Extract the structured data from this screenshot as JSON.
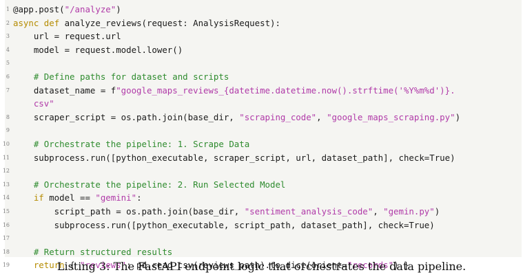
{
  "lines": [
    {
      "n": "1",
      "tokens": [
        [
          "plain",
          "@app.post("
        ],
        [
          "str",
          "\"/analyze\""
        ],
        [
          "plain",
          ")"
        ]
      ]
    },
    {
      "n": "2",
      "tokens": [
        [
          "kw",
          "async"
        ],
        [
          "plain",
          " "
        ],
        [
          "kw",
          "def"
        ],
        [
          "plain",
          " analyze_reviews(request: AnalysisRequest):"
        ]
      ]
    },
    {
      "n": "3",
      "tokens": [
        [
          "plain",
          "    url = request.url"
        ]
      ]
    },
    {
      "n": "4",
      "tokens": [
        [
          "plain",
          "    model = request.model.lower()"
        ]
      ]
    },
    {
      "n": "5",
      "tokens": []
    },
    {
      "n": "6",
      "tokens": [
        [
          "plain",
          "    "
        ],
        [
          "cm",
          "# Define paths for dataset and scripts"
        ]
      ]
    },
    {
      "n": "7",
      "tokens": [
        [
          "plain",
          "    dataset_name = f"
        ],
        [
          "str",
          "\"google_maps_reviews_{datetime.datetime.now().strftime('%Y%m%d')}."
        ]
      ]
    },
    {
      "n": "",
      "tokens": [
        [
          "str",
          "    csv\""
        ]
      ]
    },
    {
      "n": "8",
      "tokens": [
        [
          "plain",
          "    scraper_script = os.path.join(base_dir, "
        ],
        [
          "str",
          "\"scraping_code\""
        ],
        [
          "plain",
          ", "
        ],
        [
          "str",
          "\"google_maps_scraping.py\""
        ],
        [
          "plain",
          ")"
        ]
      ]
    },
    {
      "n": "9",
      "tokens": []
    },
    {
      "n": "10",
      "tokens": [
        [
          "plain",
          "    "
        ],
        [
          "cm",
          "# Orchestrate the pipeline: 1. Scrape Data"
        ]
      ]
    },
    {
      "n": "11",
      "tokens": [
        [
          "plain",
          "    subprocess.run([python_executable, scraper_script, url, dataset_path], check=True)"
        ]
      ]
    },
    {
      "n": "12",
      "tokens": []
    },
    {
      "n": "13",
      "tokens": [
        [
          "plain",
          "    "
        ],
        [
          "cm",
          "# Orchestrate the pipeline: 2. Run Selected Model"
        ]
      ]
    },
    {
      "n": "14",
      "tokens": [
        [
          "plain",
          "    "
        ],
        [
          "kw",
          "if"
        ],
        [
          "plain",
          " model == "
        ],
        [
          "str",
          "\"gemini\""
        ],
        [
          "plain",
          ":"
        ]
      ]
    },
    {
      "n": "15",
      "tokens": [
        [
          "plain",
          "        script_path = os.path.join(base_dir, "
        ],
        [
          "str",
          "\"sentiment_analysis_code\""
        ],
        [
          "plain",
          ", "
        ],
        [
          "str",
          "\"gemin.py\""
        ],
        [
          "plain",
          ")"
        ]
      ]
    },
    {
      "n": "16",
      "tokens": [
        [
          "plain",
          "        subprocess.run([python_executable, script_path, dataset_path], check=True)"
        ]
      ]
    },
    {
      "n": "17",
      "tokens": []
    },
    {
      "n": "18",
      "tokens": [
        [
          "plain",
          "    "
        ],
        [
          "cm",
          "# Return structured results"
        ]
      ]
    },
    {
      "n": "19",
      "tokens": [
        [
          "plain",
          "    "
        ],
        [
          "kw",
          "return"
        ],
        [
          "plain",
          " { "
        ],
        [
          "str",
          "\"reviews\""
        ],
        [
          "plain",
          ": pd.read_csv(reviews_path).to_dict(orient="
        ],
        [
          "str",
          "\"records\""
        ],
        [
          "plain",
          ") }"
        ]
      ]
    }
  ],
  "caption": "Listing 3: The FastAPI endpoint logic that orchestrates the data pipeline.",
  "colors": {
    "keyword": "#b58b00",
    "string": "#b03aa8",
    "comment": "#2e8b2e",
    "plain": "#1a1a1a",
    "background": "#f5f5f2"
  }
}
